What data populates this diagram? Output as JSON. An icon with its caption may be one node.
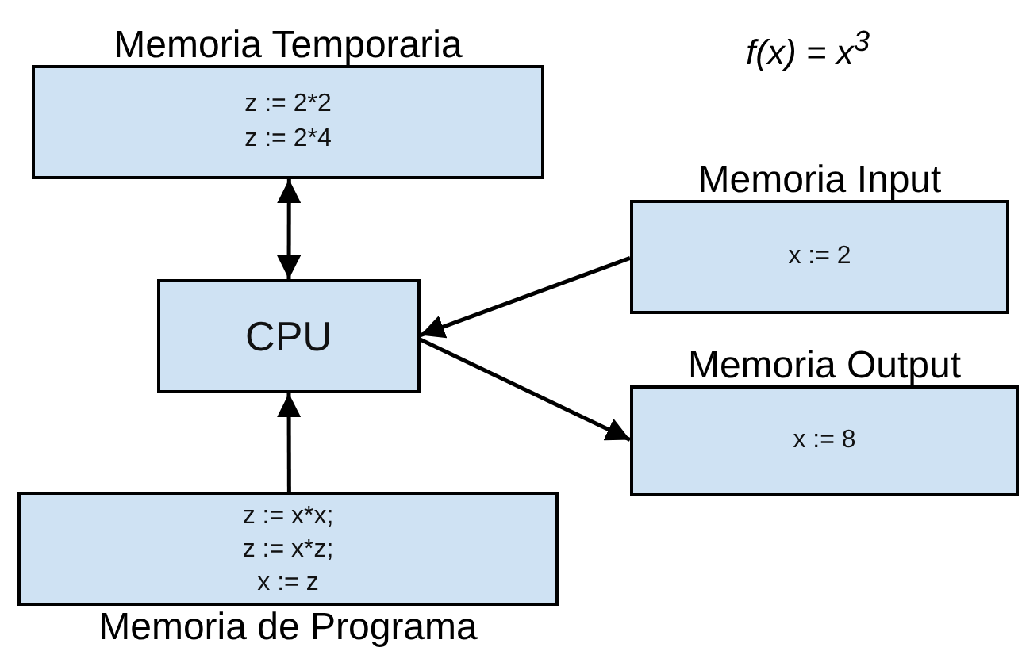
{
  "diagram": {
    "nodes": [
      {
        "text": [
          "Memoria Temporaria",
          "z := 2*2",
          "z := 2*4"
        ]
      },
      {
        "text": [
          "CPU"
        ]
      },
      {
        "text": [
          "Memoria Input",
          "x := 2"
        ]
      },
      {
        "text": [
          "Memoria Output",
          "x := 8"
        ]
      },
      {
        "text": [
          "Memoria de Programa",
          "z := x*x;",
          "z := x*z;",
          "x := z"
        ]
      }
    ],
    "edges": [
      {
        "from": 0,
        "to": 1,
        "arrow": "both"
      },
      {
        "from": 2,
        "to": 1,
        "arrow": "to"
      },
      {
        "from": 1,
        "to": 3,
        "arrow": "to"
      },
      {
        "from": 4,
        "to": 1,
        "arrow": "to"
      }
    ],
    "labels": [
      "f(x) = x$^{3}$"
    ]
  }
}
